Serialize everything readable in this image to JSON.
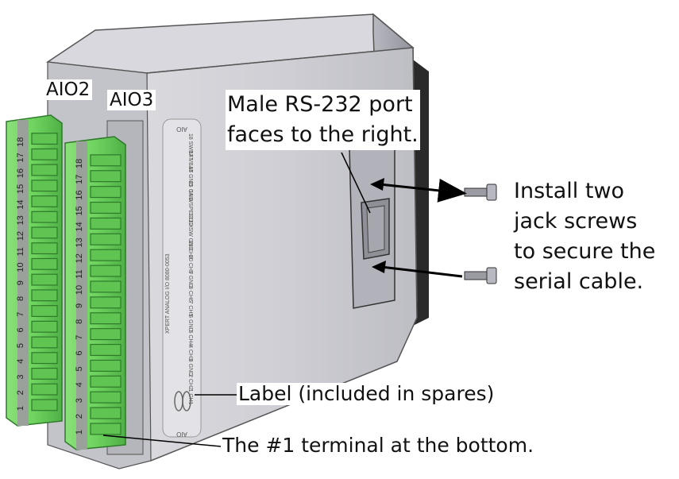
{
  "labels": {
    "aio2": "AIO2",
    "aio3": "AIO3"
  },
  "callouts": {
    "rs232_line1": "Male RS-232 port",
    "rs232_line2": "faces to the right.",
    "jack_line1": "Install two",
    "jack_line2": "jack screws",
    "jack_line3": "to secure the",
    "jack_line4": "serial cable.",
    "label_note": "Label (included in spares)",
    "terminal_note": "The #1 terminal at the bottom."
  },
  "terminal_numbers": [
    "1",
    "2",
    "3",
    "4",
    "5",
    "6",
    "7",
    "8",
    "9",
    "10",
    "11",
    "12",
    "13",
    "14",
    "15",
    "16",
    "17",
    "18"
  ],
  "device_label": {
    "header": "AIO",
    "footer": "AIO",
    "title": "XPERT ANALOG I/O 8080-0053",
    "rows": [
      "18 SWBAT",
      "17 VBAT",
      "16 GND",
      "15 GND",
      "14 WSPEED",
      "13 EX",
      "12 SW GND",
      "11 CH8",
      "10 CH7",
      "9 GND",
      "8 CH6",
      "7 CH5",
      "6 GND",
      "5 CH4",
      "4 CH3",
      "3 GND",
      "2 CH2",
      "1 CH1"
    ]
  },
  "colors": {
    "terminal_green": "#6fd35f",
    "terminal_green_dark": "#3f9c3a",
    "housing_grey": "#c9c9cf",
    "housing_dark": "#2a2a2a",
    "arrow": "#000000"
  }
}
